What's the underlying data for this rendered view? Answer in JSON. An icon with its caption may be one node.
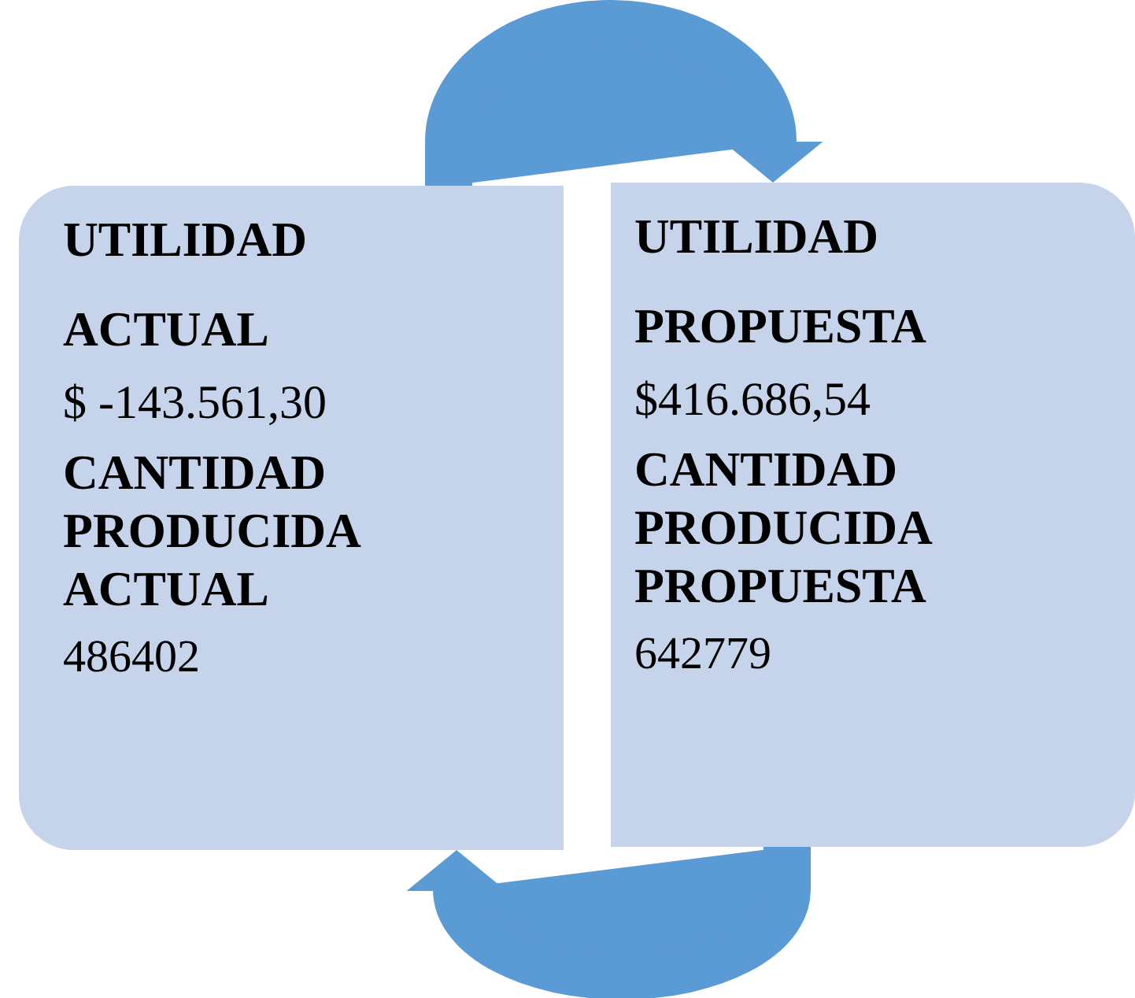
{
  "diagram": {
    "nodes": [
      {
        "text": [
          "UTILIDAD ACTUAL",
          "$ -143.561,30",
          "CANTIDAD PRODUCIDA ACTUAL",
          "486402"
        ]
      },
      {
        "text": [
          "UTILIDAD PROPUESTA",
          "$416.686,54",
          "CANTIDAD PRODUCIDA PROPUESTA",
          "642779"
        ]
      }
    ],
    "edges": [
      {
        "from": 0,
        "to": 1,
        "arrow": "to"
      },
      {
        "from": 1,
        "to": 0,
        "arrow": "to"
      }
    ]
  }
}
